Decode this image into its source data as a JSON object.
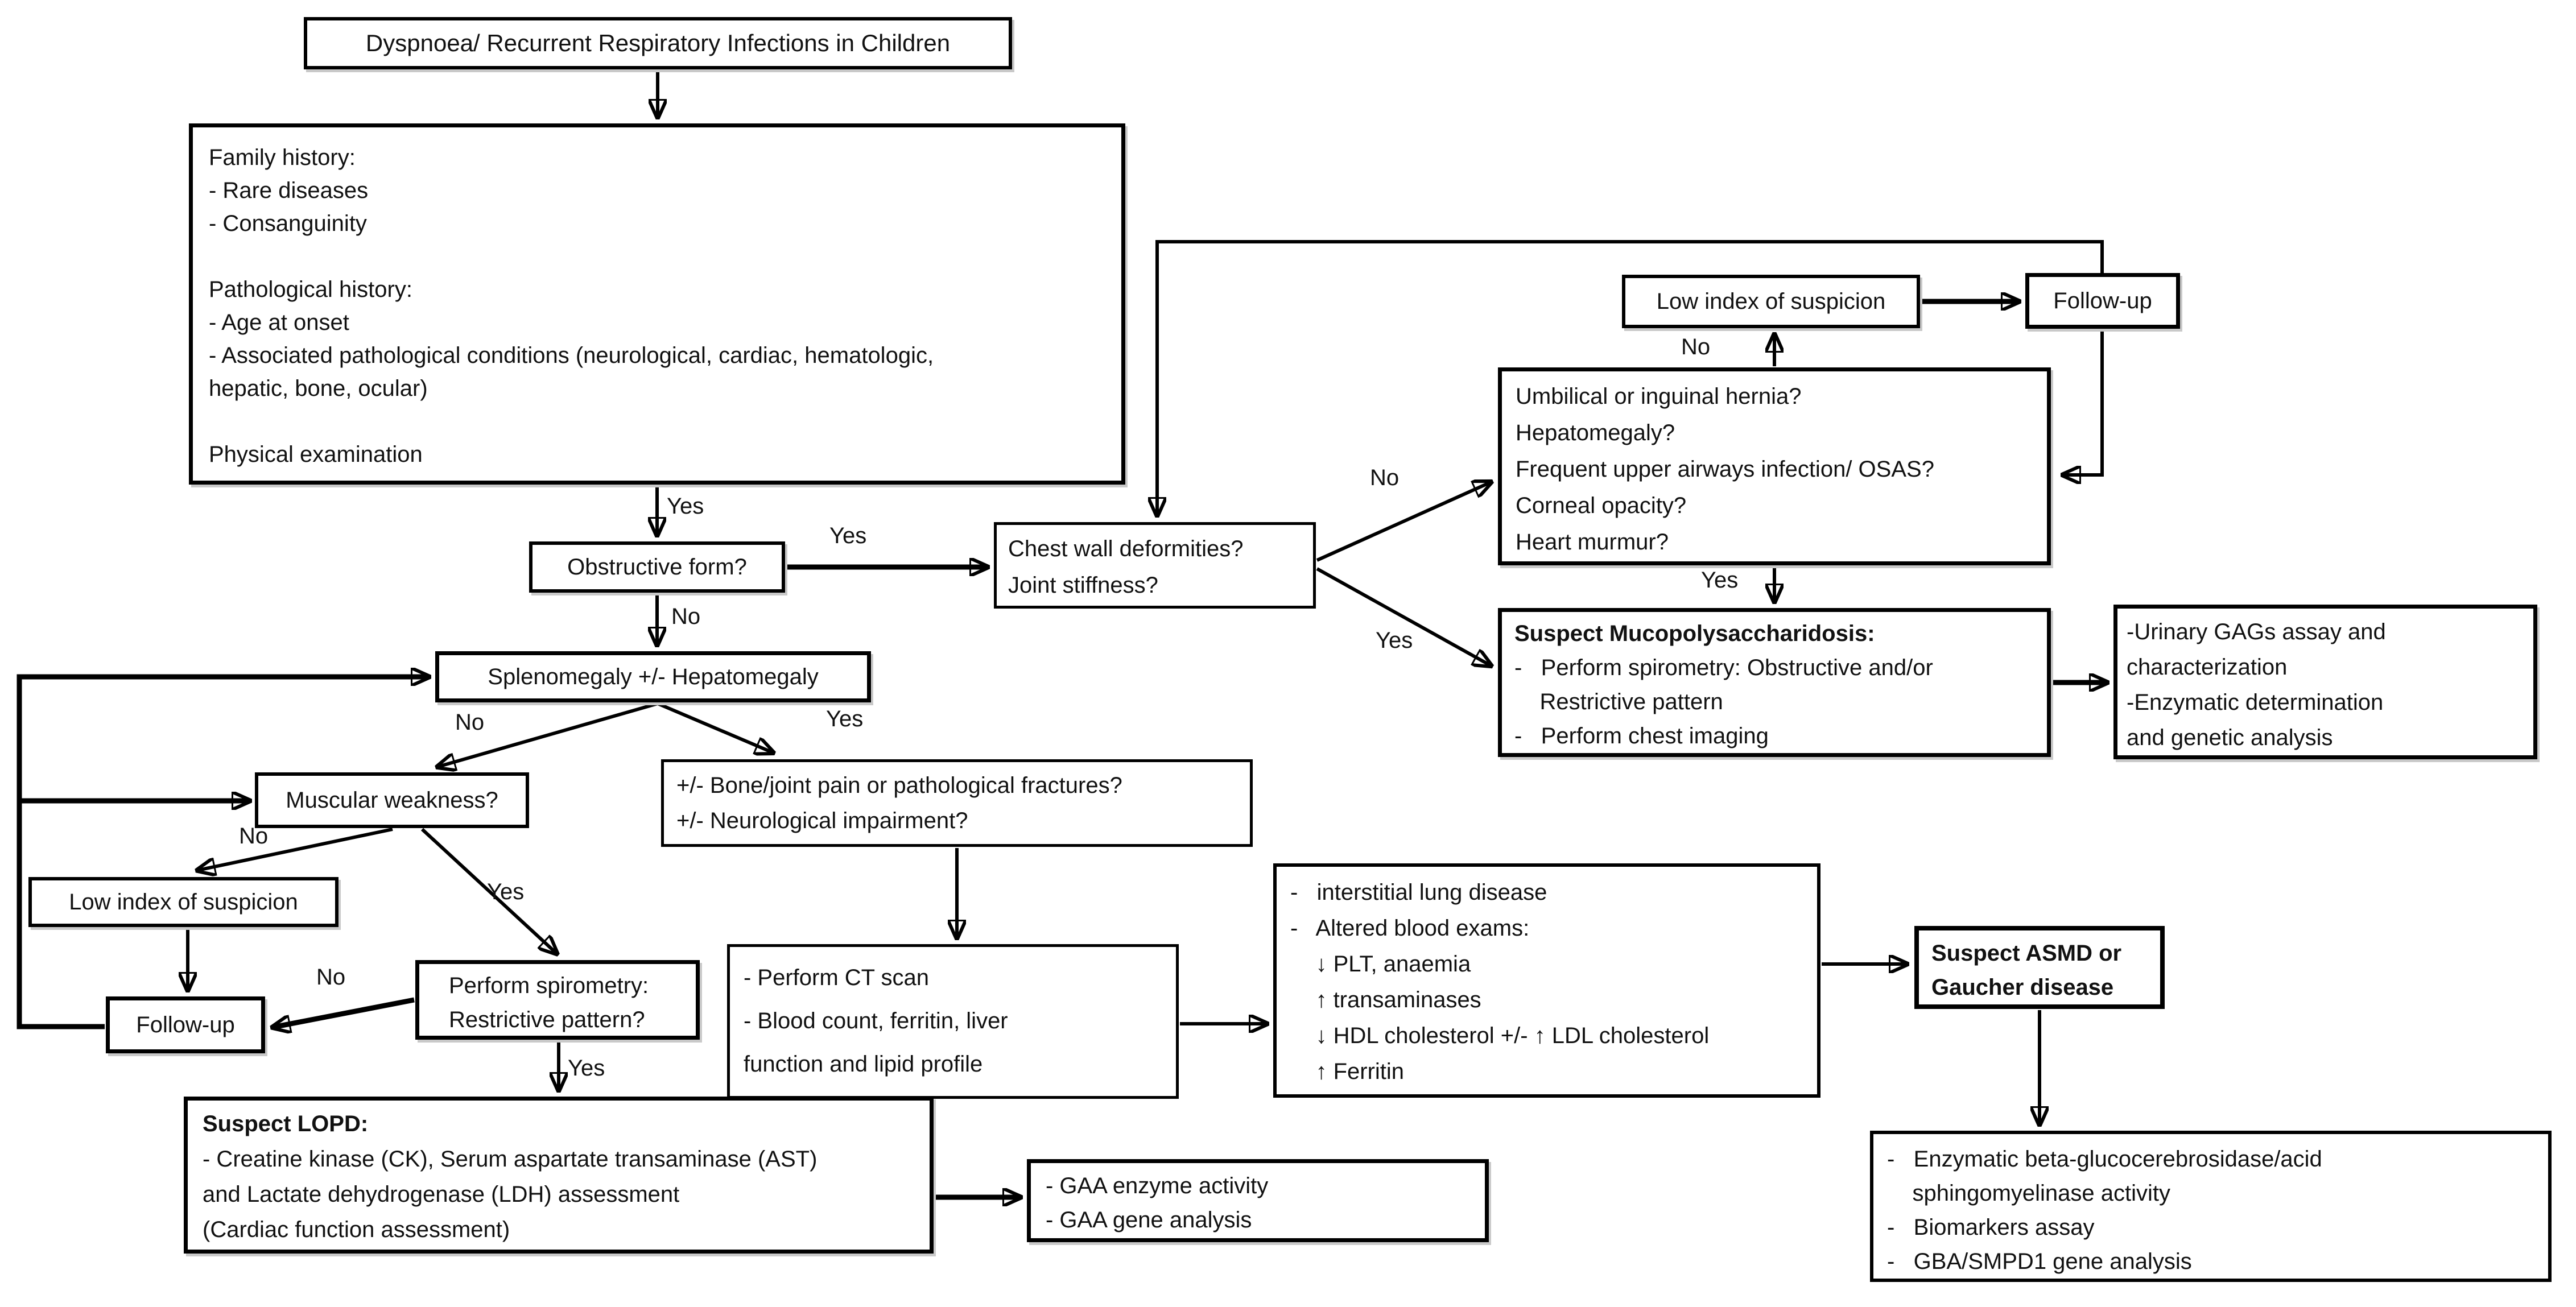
{
  "page": {
    "background": "#ffffff",
    "line_color": "#000000",
    "text_color": "#111111"
  },
  "boxes": {
    "start": {
      "text": "Dyspnoea/ Recurrent Respiratory Infections in Children"
    },
    "history": {
      "text": "Family history:\n- Rare diseases\n- Consanguinity\n\nPathological history:\n- Age at onset\n- Associated pathological conditions (neurological, cardiac, hematologic,\nhepatic, bone, ocular)\n\nPhysical examination"
    },
    "obstructive": {
      "text": "Obstructive form?"
    },
    "chest_wall": {
      "text": "Chest wall deformities?\nJoint stiffness?"
    },
    "low_index_top": {
      "text": "Low index of suspicion"
    },
    "follow_up_top": {
      "text": "Follow-up"
    },
    "hernia_panel": {
      "text": "Umbilical or inguinal hernia?\nHepatomegaly?\nFrequent upper airways infection/ OSAS?\nCorneal opacity?\nHeart murmur?"
    },
    "suspect_mps": {
      "title": "Suspect Mucopolysaccharidosis:",
      "text": "-   Perform spirometry: Obstructive and/or\n    Restrictive pattern\n-   Perform chest imaging"
    },
    "gags_workup": {
      "text": "-Urinary GAGs assay and\ncharacterization\n-Enzymatic determination\nand genetic analysis"
    },
    "splenomegaly": {
      "text": "Splenomegaly +/- Hepatomegaly"
    },
    "muscular": {
      "text": "Muscular weakness?"
    },
    "bone_joint": {
      "text": "+/- Bone/joint pain or pathological fractures?\n+/- Neurological impairment?"
    },
    "low_index_left": {
      "text": "Low index of suspicion"
    },
    "follow_up_left": {
      "text": "Follow-up"
    },
    "spirometry": {
      "text": "Perform spirometry:\nRestrictive pattern?"
    },
    "ct_scan": {
      "text": "- Perform CT scan\n- Blood count, ferritin, liver\nfunction and lipid profile"
    },
    "interstitial": {
      "text": "-   interstitial lung disease\n-   Altered blood exams:\n    ↓ PLT, anaemia\n    ↑ transaminases\n    ↓ HDL cholesterol +/- ↑ LDL cholesterol\n    ↑ Ferritin"
    },
    "suspect_asmd": {
      "text": "Suspect ASMD or\nGaucher disease"
    },
    "suspect_lopd": {
      "title": "Suspect LOPD:",
      "text": "- Creatine kinase (CK), Serum aspartate transaminase (AST)\nand Lactate dehydrogenase (LDH) assessment\n(Cardiac function assessment)"
    },
    "gaa_workup": {
      "text": "- GAA enzyme activity\n- GAA gene analysis"
    },
    "asmd_workup": {
      "text": "-   Enzymatic beta-glucocerebrosidase/acid\n    sphingomyelinase activity\n-   Biomarkers assay\n-   GBA/SMPD1 gene analysis"
    }
  },
  "labels": {
    "yes_family_to_obstructive": "Yes",
    "yes_obstructive_to_chest_wall": "Yes",
    "no_obstructive_to_splenomegaly": "No",
    "no_splenomegaly_to_muscular": "No",
    "yes_splenomegaly_to_bone_joint": "Yes",
    "no_muscular_to_low_index": "No",
    "yes_muscular_to_spirometry": "Yes",
    "no_spirometry_to_follow_up": "No",
    "yes_spirometry_to_lopd": "Yes",
    "no_chest_wall_to_hernia": "No",
    "yes_chest_wall_to_mps": "Yes",
    "no_hernia_to_low_index": "No",
    "yes_hernia_to_mps": "Yes"
  }
}
